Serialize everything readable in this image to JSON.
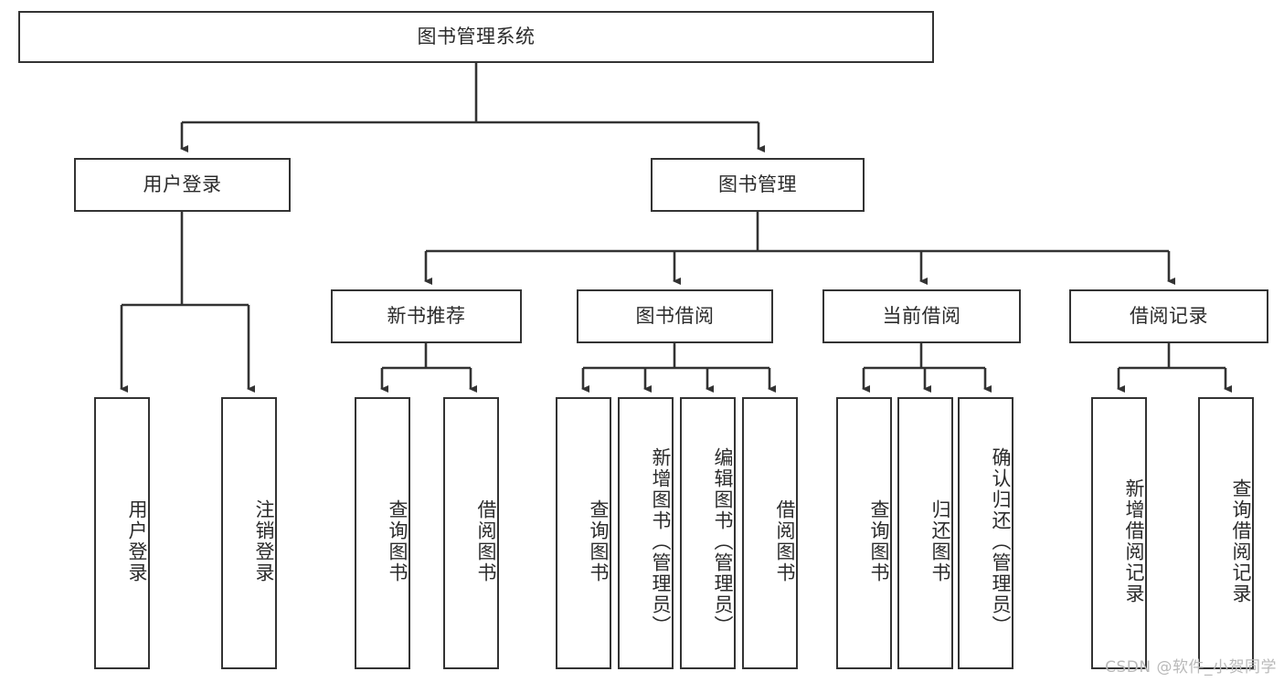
{
  "diagram": {
    "title": "图书管理系统",
    "watermark": "CSDN @软件_小贺同学",
    "root": {
      "label": "图书管理系统"
    },
    "level1": [
      {
        "label": "用户登录"
      },
      {
        "label": "图书管理"
      }
    ],
    "level2": [
      {
        "label": "新书推荐"
      },
      {
        "label": "图书借阅"
      },
      {
        "label": "当前借阅"
      },
      {
        "label": "借阅记录"
      }
    ],
    "leaves": {
      "user_login": [
        {
          "label": "用户登录"
        },
        {
          "label": "注销登录"
        }
      ],
      "new_book": [
        {
          "label": "查询图书"
        },
        {
          "label": "借阅图书"
        }
      ],
      "book_borrow": [
        {
          "label": "查询图书"
        },
        {
          "label": "新增图书（管理员）"
        },
        {
          "label": "编辑图书（管理员）"
        },
        {
          "label": "借阅图书"
        }
      ],
      "current_borrow": [
        {
          "label": "查询图书"
        },
        {
          "label": "归还图书"
        },
        {
          "label": "确认归还（管理员）"
        }
      ],
      "borrow_record": [
        {
          "label": "新增借阅记录"
        },
        {
          "label": "查询借阅记录"
        }
      ]
    },
    "colors": {
      "stroke": "#333333",
      "text": "#2b2b2b",
      "background": "#ffffff",
      "watermark": "#b9b9b9"
    }
  }
}
